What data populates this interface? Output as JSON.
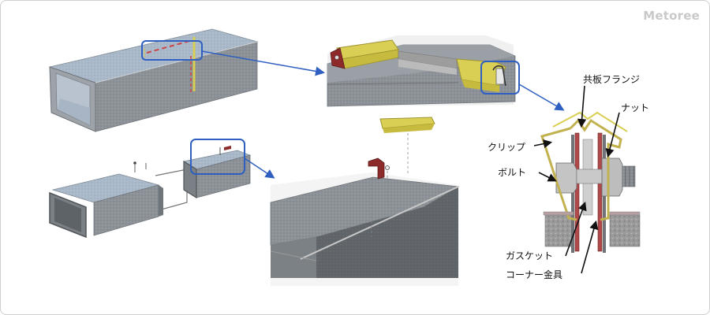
{
  "watermark": "Metoree",
  "labels": {
    "flange": "共板フランジ",
    "nut": "ナット",
    "clip": "クリップ",
    "bolt": "ボルト",
    "gasket": "ガスケット",
    "corner": "コーナー金具"
  },
  "colors": {
    "accent_blue": "#2f5fc0",
    "duct_gray": "#8a8f94",
    "clip_yellow": "#d9cf55",
    "flange_red": "#b04a4a"
  }
}
